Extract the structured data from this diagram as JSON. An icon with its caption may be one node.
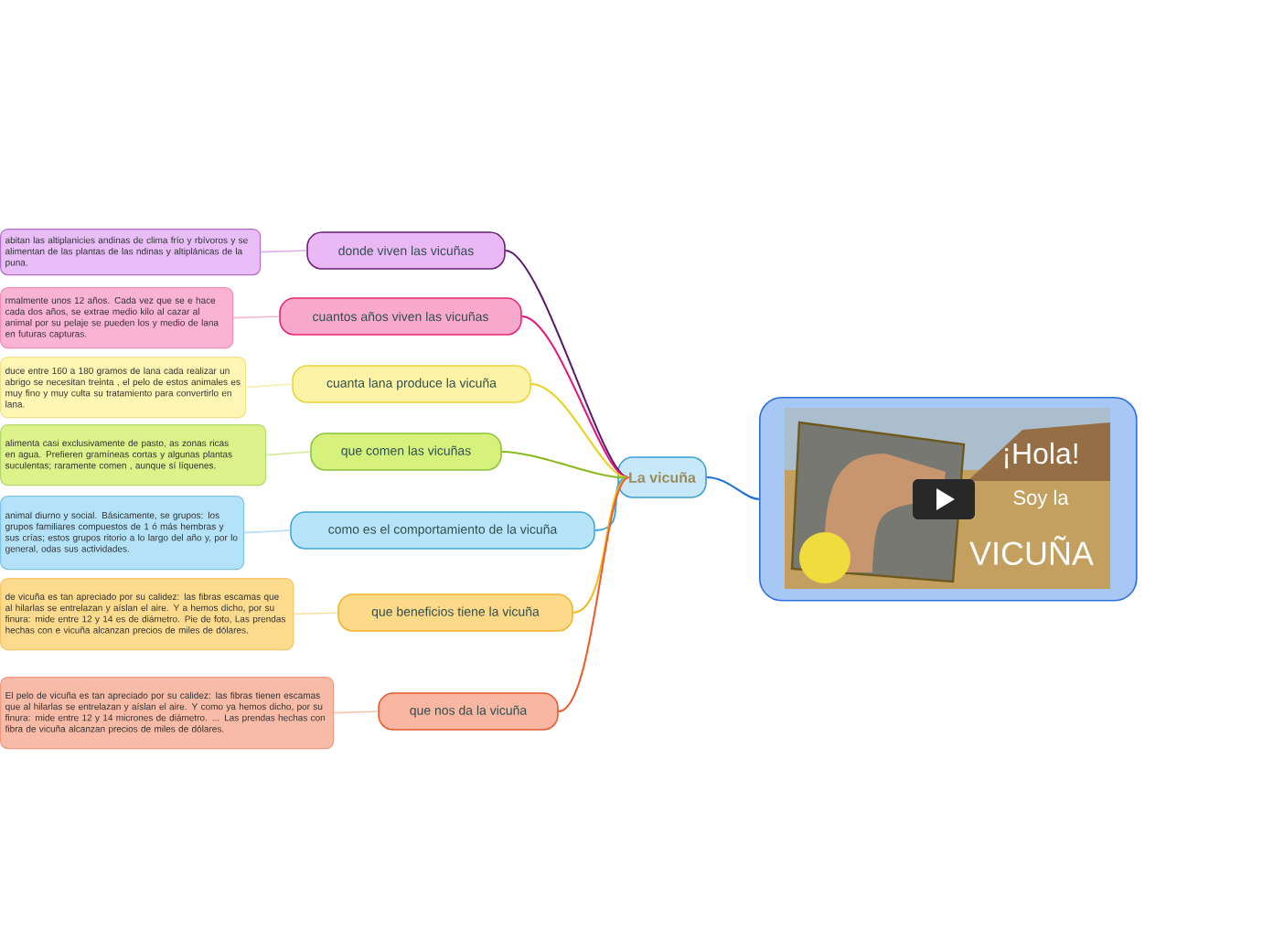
{
  "diagram": {
    "nodes": [
      {
        "text": [
          "La vicuña"
        ]
      },
      {
        "text": [
          "donde viven las vicuñas"
        ]
      },
      {
        "text": [
          "abitan las altiplanicies andinas de clima frío y rbívoros y se alimentan de las plantas de las ndinas y altiplánicas de la puna."
        ]
      },
      {
        "text": [
          "cuantos años viven las vicuñas"
        ]
      },
      {
        "text": [
          "rmalmente unos 12 años. Cada vez que se e hace cada dos años, se extrae medio kilo al cazar al animal por su pelaje se pueden los y medio de lana en futuras capturas."
        ]
      },
      {
        "text": [
          "cuanta lana produce la vicuña"
        ]
      },
      {
        "text": [
          "duce entre 160 a 180 gramos de lana cada realizar un abrigo se necesitan treinta , el pelo de estos animales es muy fino y muy culta su tratamiento para convertirlo en lana."
        ]
      },
      {
        "text": [
          "que comen las vicuñas"
        ]
      },
      {
        "text": [
          "alimenta casi exclusivamente de pasto, as zonas ricas en agua. Prefieren gramíneas cortas y algunas plantas suculentas; raramente comen , aunque sí líquenes."
        ]
      },
      {
        "text": [
          "como es el comportamiento de la vicuña"
        ]
      },
      {
        "text": [
          "animal diurno y social. Básicamente, se grupos: los grupos familiares compuestos de 1 ó más hembras y sus crías; estos grupos ritorio a lo largo del año y, por lo general, odas sus actividades."
        ]
      },
      {
        "text": [
          "que beneficios tiene la vicuña"
        ]
      },
      {
        "text": [
          "de vicuña es tan apreciado por su calidez: las fibras escamas que al hilarlas se entrelazan y aíslan el aire. Y a hemos dicho, por su finura: mide entre 12 y 14 es de diámetro. Pie de foto, Las prendas hechas con e vicuña alcanzan precios de miles de dólares."
        ]
      },
      {
        "text": [
          "que nos da la vicuña"
        ]
      },
      {
        "text": [
          "El pelo de vicuña es tan apreciado por su calidez: las fibras tienen escamas que al hilarlas se entrelazan y aíslan el aire. Y como ya hemos dicho, por su finura: mide entre 12 y 14 micrones de diámetro. ... Las prendas hechas con fibra de vicuña alcanzan precios de miles de dólares."
        ]
      },
      {
        "text": [
          "¡Hola!",
          "Soy la",
          "VICUÑA"
        ]
      }
    ],
    "edges": [
      {
        "from": 0,
        "to": 1,
        "arrow": "none",
        "color": "#5a1a6e"
      },
      {
        "from": 1,
        "to": 2,
        "arrow": "none",
        "color": "#d9b0e8"
      },
      {
        "from": 0,
        "to": 3,
        "arrow": "none",
        "color": "#e8117a"
      },
      {
        "from": 3,
        "to": 4,
        "arrow": "none",
        "color": "#f7b8d4"
      },
      {
        "from": 0,
        "to": 5,
        "arrow": "none",
        "color": "#e8d21a"
      },
      {
        "from": 5,
        "to": 6,
        "arrow": "none",
        "color": "#f6eeb0"
      },
      {
        "from": 0,
        "to": 7,
        "arrow": "none",
        "color": "#8bb81c"
      },
      {
        "from": 7,
        "to": 8,
        "arrow": "none",
        "color": "#d2ea9a"
      },
      {
        "from": 0,
        "to": 9,
        "arrow": "none",
        "color": "#2fa5e8"
      },
      {
        "from": 9,
        "to": 10,
        "arrow": "none",
        "color": "#b4dcf2"
      },
      {
        "from": 0,
        "to": 11,
        "arrow": "none",
        "color": "#f4b81a"
      },
      {
        "from": 11,
        "to": 12,
        "arrow": "none",
        "color": "#f8e0a8"
      },
      {
        "from": 0,
        "to": 13,
        "arrow": "none",
        "color": "#f05a28"
      },
      {
        "from": 13,
        "to": 14,
        "arrow": "none",
        "color": "#f6c2b2"
      },
      {
        "from": 0,
        "to": 15,
        "arrow": "none",
        "color": "#1a6fd8"
      }
    ]
  }
}
